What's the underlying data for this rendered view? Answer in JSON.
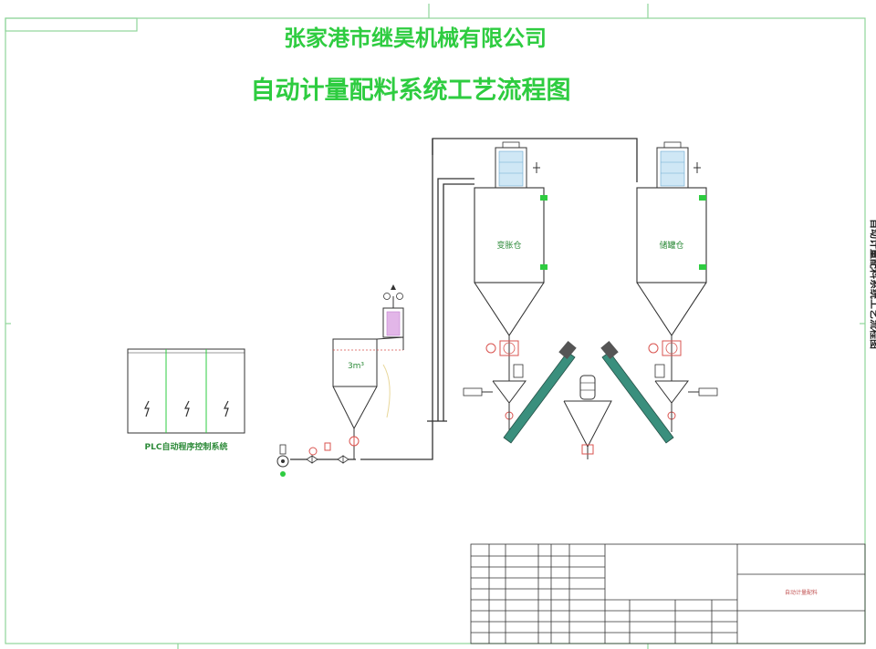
{
  "header": {
    "company": "张家港市继昊机械有限公司",
    "diagram_title": "自动计量配料系统工艺流程图"
  },
  "control_cabinet": {
    "label": "PLC自动程序控制系统"
  },
  "equipment": {
    "hopper_small_label": "3m³",
    "left_silo_label": "变胀仓",
    "right_silo_label": "储罐仓"
  },
  "side_note": "自动计量配料系统工艺流程图",
  "title_block": {
    "drawing_name": "自动计量配料"
  },
  "colors": {
    "title_green": "#2ecc40",
    "line": "#333333",
    "frame_green": "#7fd18a",
    "valve_red": "#d9534f",
    "screw_teal": "#3a8f7d"
  }
}
